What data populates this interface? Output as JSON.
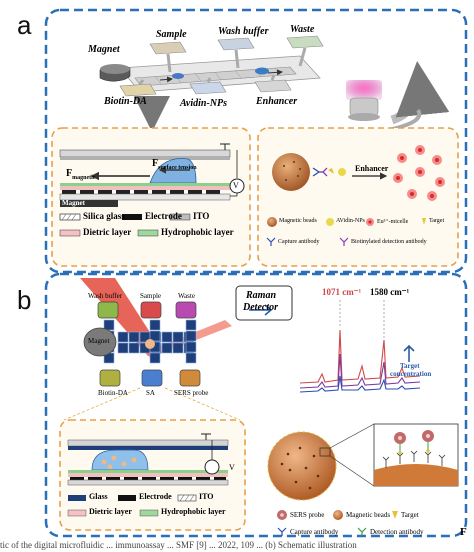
{
  "panel_a": {
    "letter": "a",
    "labels": {
      "magnet": "Magnet",
      "sample": "Sample",
      "wash_buffer": "Wash buffer",
      "waste": "Waste",
      "biotin_da": "Biotin-DA",
      "avidin_nps": "Avidin-NPs",
      "enhancer": "Enhancer"
    },
    "left_box": {
      "f_magnetic": "F",
      "f_magnetic_sub": "magnetic",
      "f_surface": "F",
      "f_surface_sub": "surface tension",
      "magnet": "Magnet",
      "v": "V",
      "legend": {
        "silica": "Silica glass",
        "electrode": "Electrode",
        "ito": "ITO",
        "dietric": "Dietric layer",
        "hydrophobic": "Hydrophobic layer"
      }
    },
    "right_box": {
      "enhancer": "Enhancer",
      "legend": {
        "magnetic_beads": "Magnetic beads",
        "avidin_nps": "AVidin-NPs",
        "eu_micelle": "Eu³⁺-micelle",
        "target": "Target",
        "capture_antibody": "Capture antibody",
        "biotinylated": "Biotinylated detection antibody"
      }
    }
  },
  "panel_b": {
    "letter": "b",
    "labels": {
      "wash_buffer": "Wash buffer",
      "sample": "Sample",
      "waste": "Waste",
      "magnet": "Magnet",
      "biotin_da": "Biotin-DA",
      "sa": "SA",
      "sers_probe": "SERS probe",
      "raman_detector_1": "Raman",
      "raman_detector_2": "Detector",
      "peak1": "1071 cm⁻¹",
      "peak2": "1580 cm⁻¹",
      "target_conc_1": "Target",
      "target_conc_2": "concentration"
    },
    "left_box": {
      "v": "V",
      "legend": {
        "glass": "Glass",
        "electrode": "Electrode",
        "ito": "ITO",
        "dietric": "Dietric layer",
        "hydrophobic": "Hydrophobic layer"
      }
    },
    "right_legend": {
      "sers_probe": "SERS probe",
      "magnetic_beads": "Magnetic beads",
      "target": "Target",
      "capture_antibody": "Capture antibody",
      "detection_antibody": "Detection antibody"
    },
    "corner_letter": "F"
  },
  "caption": "tic of the digital microfluidic ... immunoassay ... SMF [9] ... 2022, 109 ... (b) Schematic illustration"
}
